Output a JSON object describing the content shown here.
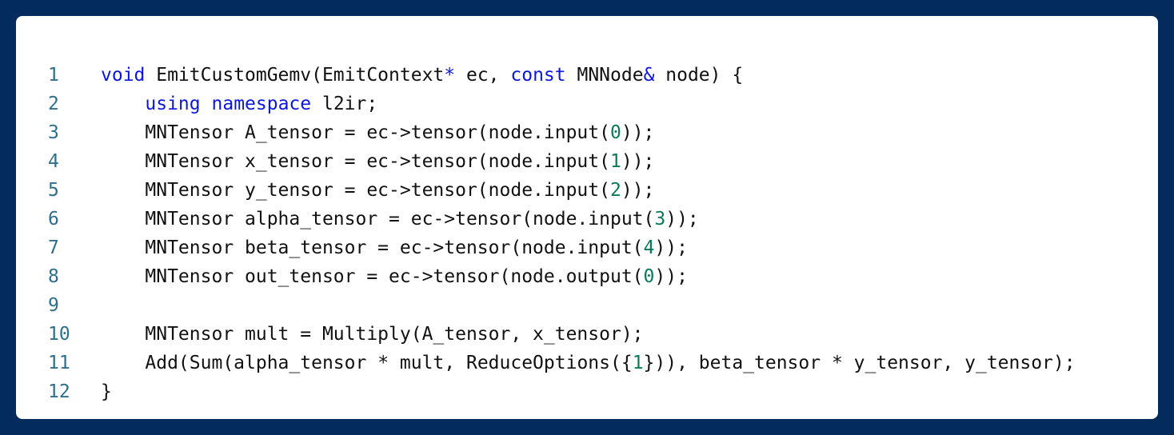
{
  "colors": {
    "background": "#032c5c",
    "card": "#ffffff",
    "keyword": "#0b17e0",
    "number": "#0a7a5a",
    "line_number": "#2e6f8e",
    "text": "#111111"
  },
  "lines": [
    {
      "number": "1",
      "tokens": [
        {
          "text": "void",
          "kind": "kw"
        },
        {
          "text": " EmitCustomGemv(EmitContext",
          "kind": "plain"
        },
        {
          "text": "*",
          "kind": "op"
        },
        {
          "text": " ec, ",
          "kind": "plain"
        },
        {
          "text": "const",
          "kind": "kw"
        },
        {
          "text": " MNNode",
          "kind": "plain"
        },
        {
          "text": "&",
          "kind": "op"
        },
        {
          "text": " node) {",
          "kind": "plain"
        }
      ]
    },
    {
      "number": "2",
      "tokens": [
        {
          "text": "    ",
          "kind": "plain"
        },
        {
          "text": "using",
          "kind": "kw"
        },
        {
          "text": " ",
          "kind": "plain"
        },
        {
          "text": "namespace",
          "kind": "kw"
        },
        {
          "text": " l2ir;",
          "kind": "plain"
        }
      ]
    },
    {
      "number": "3",
      "tokens": [
        {
          "text": "    MNTensor A_tensor = ec->tensor(node.input(",
          "kind": "plain"
        },
        {
          "text": "0",
          "kind": "num"
        },
        {
          "text": "));",
          "kind": "plain"
        }
      ]
    },
    {
      "number": "4",
      "tokens": [
        {
          "text": "    MNTensor x_tensor = ec->tensor(node.input(",
          "kind": "plain"
        },
        {
          "text": "1",
          "kind": "num"
        },
        {
          "text": "));",
          "kind": "plain"
        }
      ]
    },
    {
      "number": "5",
      "tokens": [
        {
          "text": "    MNTensor y_tensor = ec->tensor(node.input(",
          "kind": "plain"
        },
        {
          "text": "2",
          "kind": "num"
        },
        {
          "text": "));",
          "kind": "plain"
        }
      ]
    },
    {
      "number": "6",
      "tokens": [
        {
          "text": "    MNTensor alpha_tensor = ec->tensor(node.input(",
          "kind": "plain"
        },
        {
          "text": "3",
          "kind": "num"
        },
        {
          "text": "));",
          "kind": "plain"
        }
      ]
    },
    {
      "number": "7",
      "tokens": [
        {
          "text": "    MNTensor beta_tensor = ec->tensor(node.input(",
          "kind": "plain"
        },
        {
          "text": "4",
          "kind": "num"
        },
        {
          "text": "));",
          "kind": "plain"
        }
      ]
    },
    {
      "number": "8",
      "tokens": [
        {
          "text": "    MNTensor out_tensor = ec->tensor(node.output(",
          "kind": "plain"
        },
        {
          "text": "0",
          "kind": "num"
        },
        {
          "text": "));",
          "kind": "plain"
        }
      ]
    },
    {
      "number": "9",
      "tokens": []
    },
    {
      "number": "10",
      "tokens": [
        {
          "text": "    MNTensor mult = Multiply(A_tensor, x_tensor);",
          "kind": "plain"
        }
      ]
    },
    {
      "number": "11",
      "tokens": [
        {
          "text": "    Add(Sum(alpha_tensor ",
          "kind": "plain"
        },
        {
          "text": "*",
          "kind": "plain"
        },
        {
          "text": " mult, ReduceOptions({",
          "kind": "plain"
        },
        {
          "text": "1",
          "kind": "num"
        },
        {
          "text": "})), beta_tensor ",
          "kind": "plain"
        },
        {
          "text": "*",
          "kind": "plain"
        },
        {
          "text": " y_tensor, y_tensor);",
          "kind": "plain"
        }
      ]
    },
    {
      "number": "12",
      "tokens": [
        {
          "text": "}",
          "kind": "plain"
        }
      ]
    }
  ]
}
